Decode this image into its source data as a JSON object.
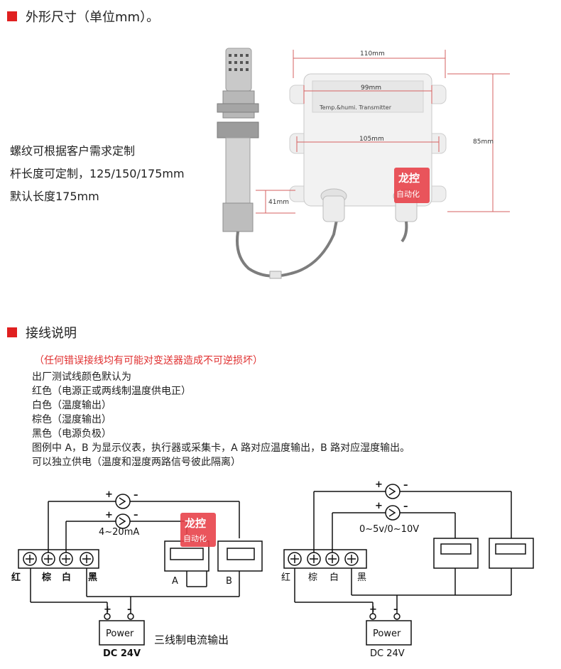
{
  "section1": {
    "title": "外形尺寸（单位mm）。"
  },
  "specs": [
    "螺纹可根据客户需求定制",
    "杆长度可定制，125/150/175mm",
    "默认长度175mm"
  ],
  "dims": {
    "d110": "110mm",
    "d99": "99mm",
    "d105": "105mm",
    "d85": "85mm",
    "d41": "41mm"
  },
  "device_label": "Temp.&humi. Transmitter",
  "watermark": {
    "top": "龙控",
    "bottom": "自动化"
  },
  "section2": {
    "title": "接线说明"
  },
  "warning": "（任何错误接线均有可能对变送器造成不可逆损坏）",
  "notes": [
    "出厂测试线颜色默认为",
    "红色（电源正或两线制温度供电正）",
    "白色（温度输出）",
    "棕色（湿度输出）",
    "黑色（电源负极）",
    "图例中 A，B 为显示仪表，执行器或采集卡，A 路对应温度输出，B 路对应湿度输出。",
    "可以独立供电（温度和湿度两路信号彼此隔离）"
  ],
  "left_diagram": {
    "signal_label": "4~20mA",
    "wire_labels": [
      "红",
      "棕",
      "白",
      "黑"
    ],
    "meter_a": "A",
    "meter_b": "B",
    "power_label": "Power",
    "dc_label": "DC 24V",
    "caption": "三线制电流输出",
    "plus": "+",
    "minus": "–"
  },
  "right_diagram": {
    "signal_label": "0~5v/0~10V",
    "wire_labels": [
      "红",
      "棕",
      "白",
      "黑"
    ],
    "power_label": "Power",
    "dc_label": "DC 24V",
    "plus": "+",
    "minus": "–"
  },
  "colors": {
    "accent_red": "#e02020",
    "warning_red": "#e03030",
    "watermark_red": "#e8434a"
  }
}
